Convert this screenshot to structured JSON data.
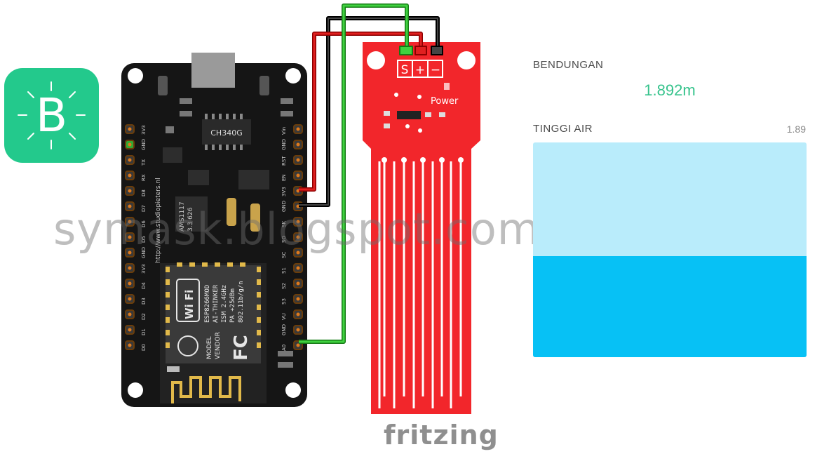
{
  "blynk_logo": {
    "letter": "B",
    "color": "#23c98c"
  },
  "board": {
    "chip_label": "CH340G",
    "regulator_label": "AMS1117",
    "regulator_label_2": "3.3 626",
    "url_label": "http://www.studiopieters.nl",
    "left_pins": [
      "3V3",
      "GND",
      "TX",
      "RX",
      "D8",
      "D7",
      "D6",
      "D5",
      "GND",
      "3V3",
      "D4",
      "D3",
      "D2",
      "D1",
      "D0"
    ],
    "right_pins": [
      "Vin",
      "GND",
      "RST",
      "EN",
      "3V3",
      "GND",
      "SK",
      "SO",
      "SC",
      "S1",
      "S2",
      "S3",
      "VU",
      "GND",
      "A0"
    ],
    "module": {
      "wifi": "Wi Fi",
      "lines": [
        "ESP8266MOD",
        "AI-THINKER",
        "ISM  2.4GHz",
        "PA  +25dBm",
        "802.11b/g/n"
      ],
      "model": "MODEL",
      "vendor": "VENDOR",
      "fc": "FC"
    }
  },
  "sensor": {
    "pin_s": "S",
    "pin_plus": "+",
    "pin_minus": "−",
    "power_label": "Power"
  },
  "fritzing_label": "fritzing",
  "watermark": "symask.blogspot.com",
  "dashboard": {
    "value_widget": {
      "title": "BENDUNGAN",
      "value": "1.892m",
      "color": "#36c38c"
    },
    "level_widget": {
      "title": "TINGGI AIR",
      "value": "1.89",
      "fill_fraction": 0.47,
      "fill_color": "#07c1f5",
      "bg_color": "#b9ecfb"
    }
  }
}
